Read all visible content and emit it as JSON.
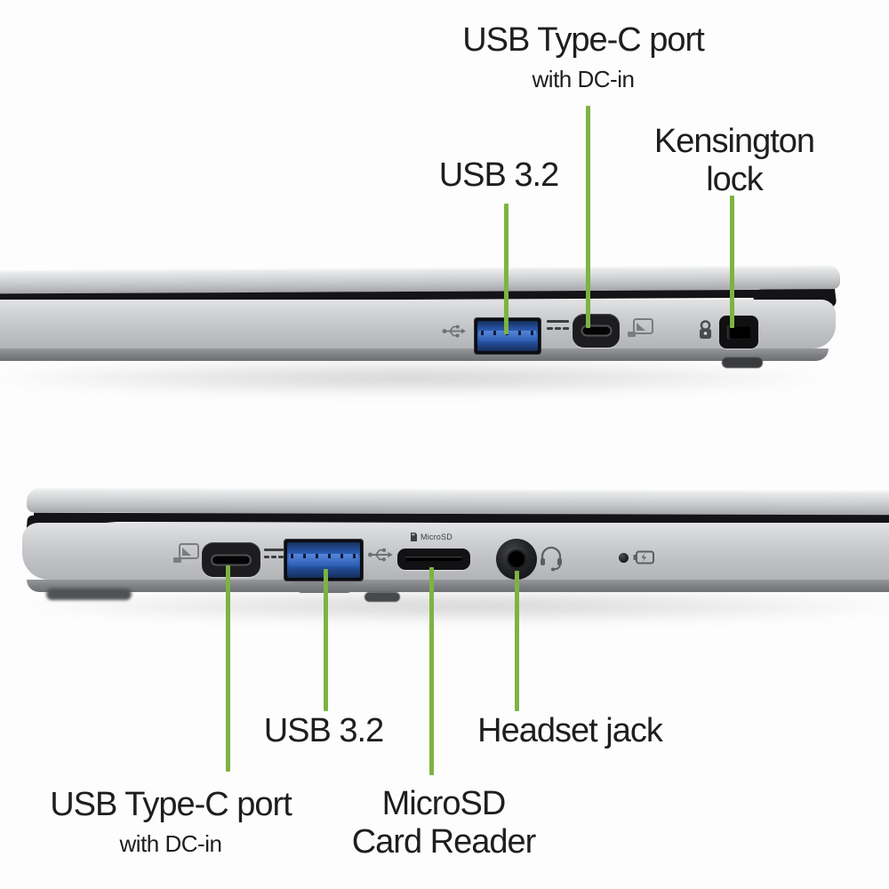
{
  "meta": {
    "description": "Laptop side-profile port diagram with green callout lines",
    "background": "#fdfdfd"
  },
  "colors": {
    "accent_green": "#7DB342",
    "usb_blue": "#2D5DB2",
    "chassis_silver": "#C4C6C9",
    "seam_black": "#141416",
    "text": "#1E1E1E",
    "glyph_gray": "#6E7073"
  },
  "top_view": {
    "name": "right-side-profile",
    "callouts": {
      "usbc": {
        "title": "USB Type-C port",
        "sub": "with DC-in"
      },
      "usb32": {
        "title": "USB 3.2"
      },
      "kensington": {
        "line1": "Kensington",
        "line2": "lock"
      }
    },
    "ports": [
      "usb-a-port",
      "usb-c-port",
      "kensington-lock-slot"
    ],
    "icons": [
      "usb-trident-icon",
      "dc-in-icon",
      "displayport-icon",
      "lock-icon"
    ]
  },
  "bottom_view": {
    "name": "left-side-profile",
    "callouts": {
      "usb32": {
        "title": "USB 3.2"
      },
      "headset": {
        "title": "Headset jack"
      },
      "usbc": {
        "title": "USB Type-C port",
        "sub": "with DC-in"
      },
      "microsd": {
        "line1": "MicroSD",
        "line2": "Card Reader"
      }
    },
    "chassis_marking": "MicroSD",
    "ports": [
      "usb-c-port",
      "usb-a-port",
      "microsd-slot",
      "headset-jack"
    ],
    "icons": [
      "displayport-icon",
      "dc-in-icon",
      "usb-trident-icon",
      "microsd-icon",
      "headset-icon",
      "power-led-icon",
      "battery-icon"
    ]
  }
}
